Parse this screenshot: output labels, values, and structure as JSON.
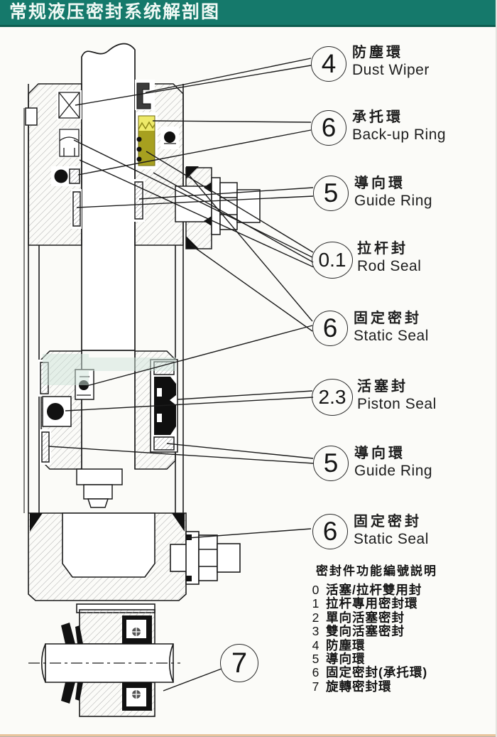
{
  "header": {
    "title": "常规液压密封系统解剖图"
  },
  "callouts": [
    {
      "num": "4",
      "zh": "防塵環",
      "en": "Dust Wiper"
    },
    {
      "num": "6",
      "zh": "承托環",
      "en": "Back-up Ring"
    },
    {
      "num": "5",
      "zh": "導向環",
      "en": "Guide Ring"
    },
    {
      "num": "0.1",
      "zh": "拉杆封",
      "en": "Rod Seal"
    },
    {
      "num": "6",
      "zh": "固定密封",
      "en": "Static Seal"
    },
    {
      "num": "2.3",
      "zh": "活塞封",
      "en": "Piston Seal"
    },
    {
      "num": "5",
      "zh": "導向環",
      "en": "Guide Ring"
    },
    {
      "num": "6",
      "zh": "固定密封",
      "en": "Static Seal"
    },
    {
      "num": "7",
      "zh": "",
      "en": ""
    }
  ],
  "legend": {
    "title": "密封件功能編號説明",
    "items": [
      {
        "code": "0",
        "label": "活塞/拉杆雙用封"
      },
      {
        "code": "1",
        "label": "拉杆專用密封環"
      },
      {
        "code": "2",
        "label": "單向活塞密封"
      },
      {
        "code": "3",
        "label": "雙向活塞密封"
      },
      {
        "code": "4",
        "label": "防塵環"
      },
      {
        "code": "5",
        "label": "導向環"
      },
      {
        "code": "6",
        "label": "固定密封(承托環)"
      },
      {
        "code": "7",
        "label": "旋轉密封環"
      }
    ]
  },
  "colors": {
    "title_bar": "#15796b",
    "line": "#1c1c1c",
    "seal_yellow_bright": "#eeea69",
    "seal_yellow_olive": "#a7a01f",
    "seal_black": "#111111",
    "watermark_tint": "#cfe4da",
    "bottom_border": "#e8c49e"
  }
}
